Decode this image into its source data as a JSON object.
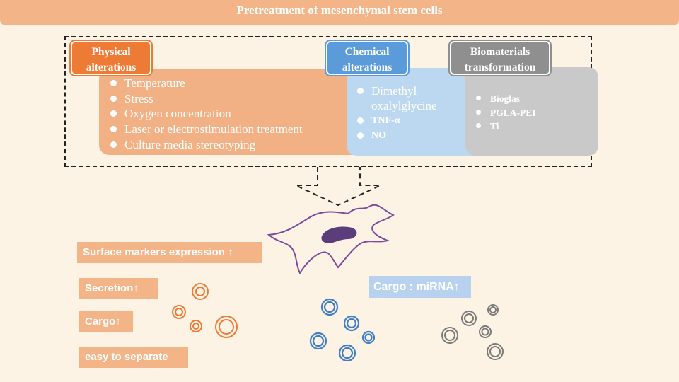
{
  "title": "Pretreatment of mesenchymal stem cells",
  "physical": {
    "header": "Physical alterations",
    "items": [
      "Temperature",
      "Stress",
      "Oxygen concentration",
      "Laser or electrostimulation treatment",
      "Culture media stereotyping"
    ]
  },
  "chemical": {
    "header": "Chemical alterations",
    "items": [
      "Dimethyl oxalylglycine",
      "TNF-α",
      "NO"
    ]
  },
  "biomaterials": {
    "header": "Biomaterials transformation",
    "items": [
      "Bioglas",
      "PGLA-PEI",
      "Ti"
    ]
  },
  "outcomes": {
    "surface": "Surface markers expression ↑",
    "secretion": "Secretion↑",
    "cargo": "Cargo↑",
    "separate": "easy to separate",
    "mirna": "Cargo : miRNA↑"
  },
  "colors": {
    "physical": "#ed7b35",
    "chemical": "#5b9bd9",
    "biomaterials": "#8f8f8f",
    "cell_outline": "#7b4a9e",
    "nucleus": "#5a3d7a"
  },
  "icons": [
    "cell-icon",
    "nucleus-icon",
    "vesicle-icon",
    "arrow-down-icon"
  ]
}
